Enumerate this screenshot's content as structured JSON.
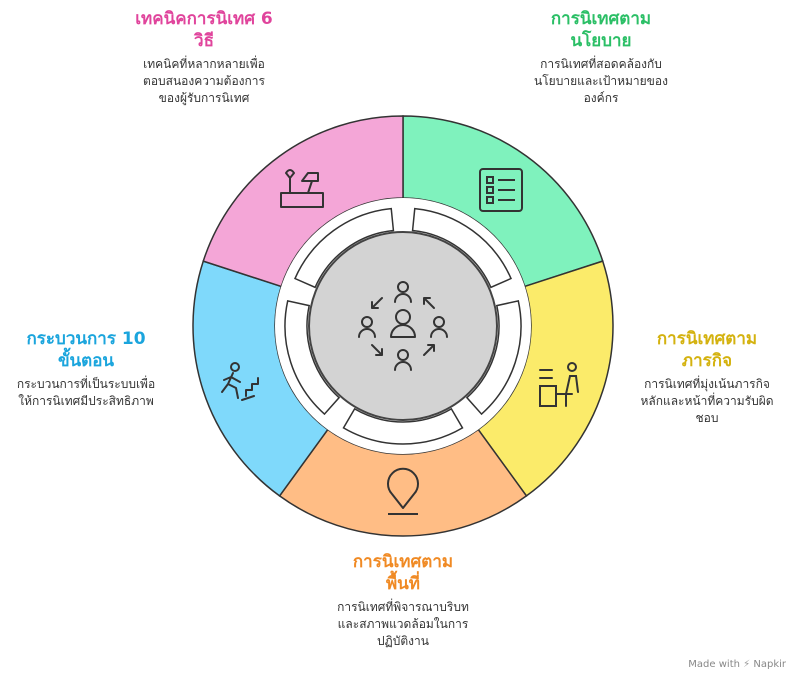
{
  "items": [
    {
      "key": "techniques",
      "title": "เทคนิคการนิเทศ 6\nวิธี",
      "desc": "เทคนิคที่หลากหลายเพื่อ\nตอบสนองความต้องการ\nของผู้รับการนิเทศ",
      "color": "#f4a6d7",
      "title_color": "#e0449c",
      "icon": "tools-icon"
    },
    {
      "key": "policy",
      "title": "การนิเทศตาม\nนโยบาย",
      "desc": "การนิเทศที่สอดคล้องกับ\nนโยบายและเป้าหมายของ\nองค์กร",
      "color": "#7ff2bd",
      "title_color": "#2bbf66",
      "icon": "checklist-icon"
    },
    {
      "key": "mission",
      "title": "การนิเทศตาม\nภารกิจ",
      "desc": "การนิเทศที่มุ่งเน้นภารกิจ\nหลักและหน้าที่ความรับผิด\nชอบ",
      "color": "#fbeb6a",
      "title_color": "#d4b20f",
      "icon": "desk-worker-icon"
    },
    {
      "key": "area",
      "title": "การนิเทศตาม\nพื้นที่",
      "desc": "การนิเทศที่พิจารณาบริบท\nและสภาพแวดล้อมในการ\nปฏิบัติงาน",
      "color": "#ffbd85",
      "title_color": "#f08a24",
      "icon": "location-pin-icon"
    },
    {
      "key": "process",
      "title": "กระบวนการ 10\nขั้นตอน",
      "desc": "กระบวนการที่เป็นระบบเพื่อ\nให้การนิเทศมีประสิทธิภาพ",
      "color": "#7fd9fb",
      "title_color": "#1ba5dd",
      "icon": "stairs-climber-icon"
    }
  ],
  "center_icon": "people-cycle-icon",
  "watermark": {
    "prefix": "Made with",
    "brand": "Napkir"
  }
}
